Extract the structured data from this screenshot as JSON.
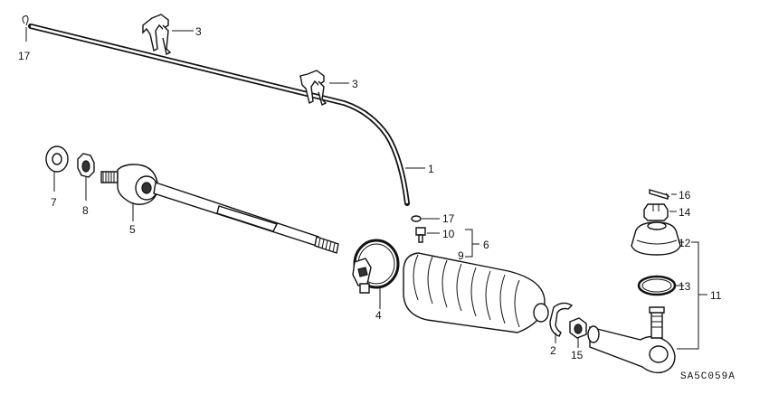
{
  "diagram": {
    "callouts": [
      "17",
      "3",
      "3",
      "1",
      "7",
      "8",
      "5",
      "17",
      "10",
      "9",
      "6",
      "4",
      "16",
      "14",
      "12",
      "13",
      "11",
      "2",
      "15"
    ],
    "code": "SA5C059A"
  }
}
